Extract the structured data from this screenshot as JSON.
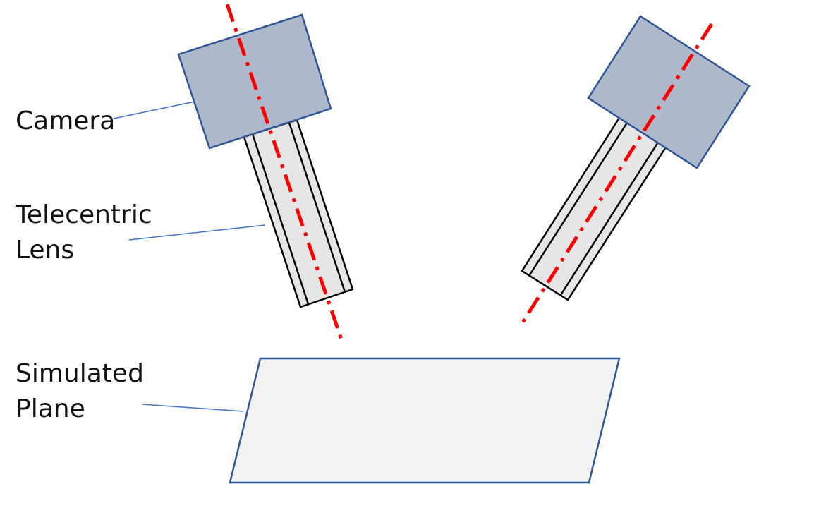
{
  "labels": {
    "camera": "Camera",
    "lens_line1": "Telecentric",
    "lens_line2": "Lens",
    "plane_line1": "Simulated",
    "plane_line2": "Plane"
  },
  "colors": {
    "camera_body": "#ADB9CA",
    "camera_border": "#2F5597",
    "lens_fill": "#E7E6E6",
    "lens_border": "#000000",
    "axis_line": "#FF0000",
    "plane_fill": "#F2F2F2",
    "plane_border": "#2F5597",
    "leader_line": "#4472C4"
  }
}
